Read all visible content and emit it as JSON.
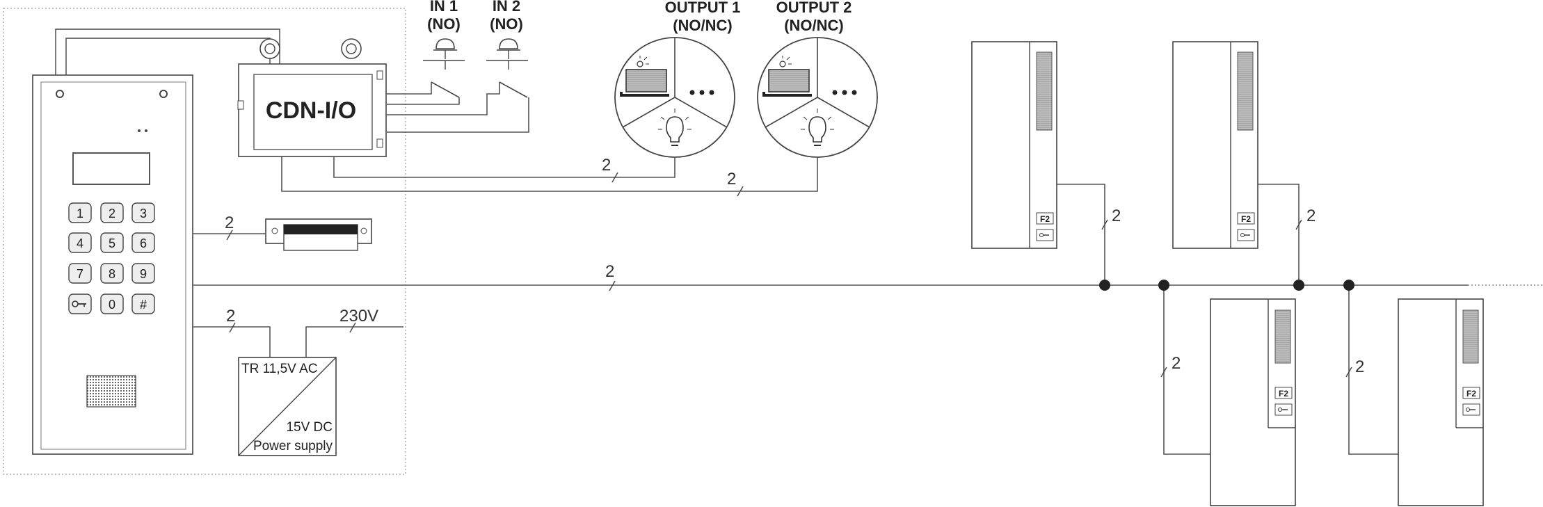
{
  "inputs": [
    {
      "label": "IN 1",
      "sub": "(NO)"
    },
    {
      "label": "IN 2",
      "sub": "(NO)"
    }
  ],
  "outputs": [
    {
      "label": "OUTPUT 1",
      "sub": "(NO/NC)"
    },
    {
      "label": "OUTPUT 2",
      "sub": "(NO/NC)"
    }
  ],
  "module": {
    "label": "CDN-I/O"
  },
  "keypad": {
    "keys": [
      "1",
      "2",
      "3",
      "4",
      "5",
      "6",
      "7",
      "8",
      "9",
      "key-symbol",
      "0",
      "#"
    ]
  },
  "power_supply": {
    "top_label": "TR 11,5V AC",
    "bottom_label": "15V DC",
    "caption": "Power supply"
  },
  "mains": {
    "label": "230V"
  },
  "wire_count": "2",
  "handset_buttons": {
    "f2": "F2"
  }
}
